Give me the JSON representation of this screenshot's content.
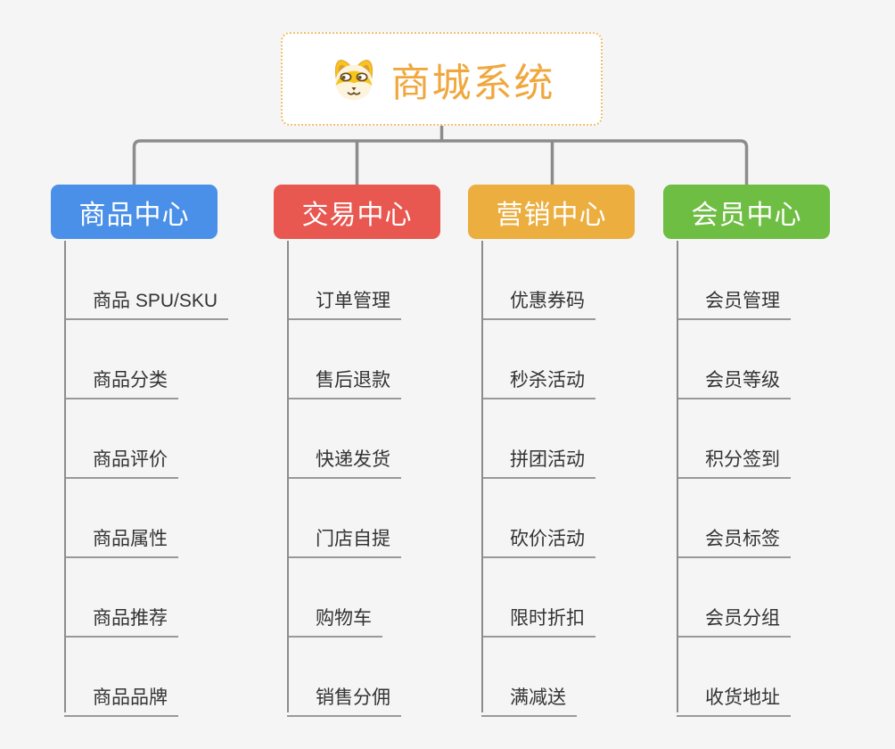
{
  "root": {
    "title": "商城系统",
    "icon": "dog-face-icon",
    "text_color": "#f0a73d",
    "border_color": "#f0c070",
    "background": "#ffffff"
  },
  "canvas": {
    "background_color": "#f5f5f5",
    "connector_color": "#8c8c8c",
    "leaf_underline_color": "#999999",
    "leaf_text_color": "#333333"
  },
  "branches": [
    {
      "label": "商品中心",
      "color": "#4a90e8",
      "children": [
        "商品 SPU/SKU",
        "商品分类",
        "商品评价",
        "商品属性",
        "商品推荐",
        "商品品牌"
      ]
    },
    {
      "label": "交易中心",
      "color": "#e85750",
      "children": [
        "订单管理",
        "售后退款",
        "快递发货",
        "门店自提",
        "购物车",
        "销售分佣"
      ]
    },
    {
      "label": "营销中心",
      "color": "#ebae3f",
      "children": [
        "优惠券码",
        "秒杀活动",
        "拼团活动",
        "砍价活动",
        "限时折扣",
        "满减送"
      ]
    },
    {
      "label": "会员中心",
      "color": "#6fbe44",
      "children": [
        "会员管理",
        "会员等级",
        "积分签到",
        "会员标签",
        "会员分组",
        "收货地址"
      ]
    }
  ]
}
